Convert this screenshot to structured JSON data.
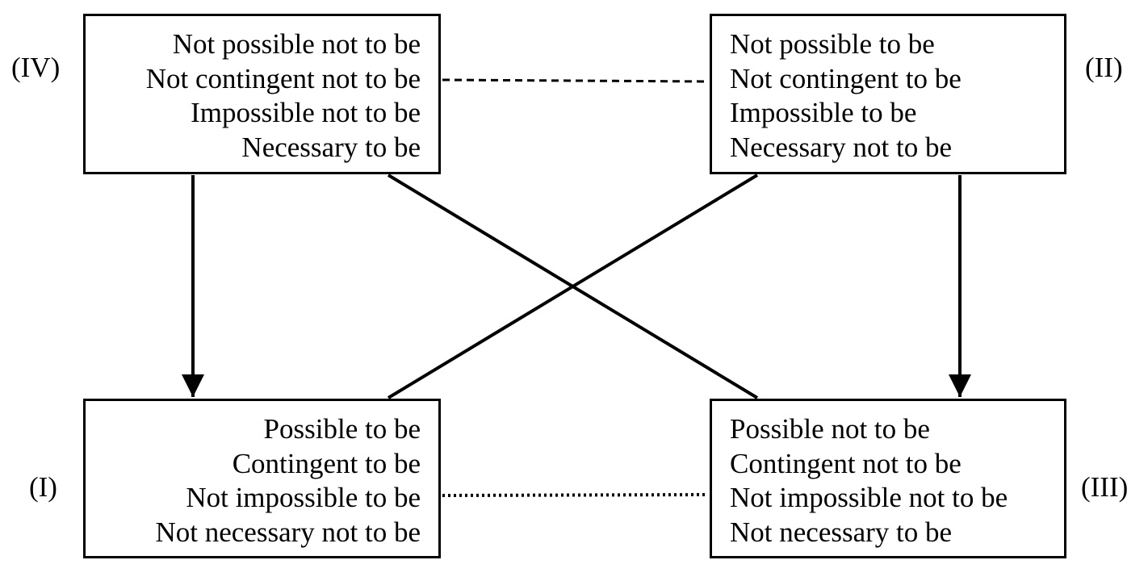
{
  "corners": {
    "top_left": {
      "label": "(IV)",
      "lines": [
        "Not possible not to be",
        "Not contingent not to be",
        "Impossible not to be",
        "Necessary to be"
      ]
    },
    "top_right": {
      "label": "(II)",
      "lines": [
        "Not possible to be",
        "Not contingent to be",
        "Impossible to be",
        "Necessary not to be"
      ]
    },
    "bottom_left": {
      "label": "(I)",
      "lines": [
        "Possible to be",
        "Contingent to be",
        "Not impossible to be",
        "Not necessary not to be"
      ]
    },
    "bottom_right": {
      "label": "(III)",
      "lines": [
        "Possible not to be",
        "Contingent not to be",
        "Not impossible not to be",
        "Not necessary to be"
      ]
    }
  },
  "connectors": [
    {
      "from": "top_left",
      "to": "top_right",
      "style": "dashed"
    },
    {
      "from": "bottom_left",
      "to": "bottom_right",
      "style": "dotted"
    },
    {
      "from": "top_left",
      "to": "bottom_left",
      "style": "arrow"
    },
    {
      "from": "top_right",
      "to": "bottom_right",
      "style": "arrow"
    },
    {
      "from": "top_left",
      "to": "bottom_right",
      "style": "solid"
    },
    {
      "from": "top_right",
      "to": "bottom_left",
      "style": "solid"
    }
  ],
  "colors": {
    "ink": "#000000",
    "background": "#ffffff"
  }
}
